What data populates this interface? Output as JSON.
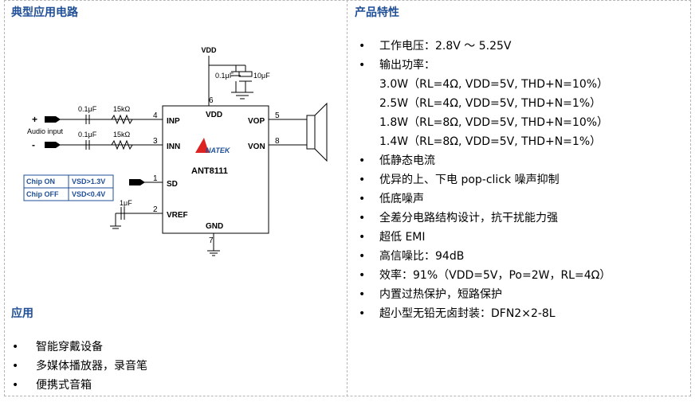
{
  "left_heading": "典型应用电路",
  "right_heading": "产品特性",
  "app_heading": "应用",
  "features": [
    {
      "text": "工作电压：2.8V ～ 5.25V",
      "bullet": true
    },
    {
      "text": "输出功率：",
      "bullet": true
    },
    {
      "text": "3.0W（RL=4Ω, VDD=5V, THD+N=10%）",
      "bullet": false
    },
    {
      "text": "2.5W（RL=4Ω, VDD=5V, THD+N=1%）",
      "bullet": false
    },
    {
      "text": "1.8W（RL=8Ω, VDD=5V, THD+N=10%）",
      "bullet": false
    },
    {
      "text": "1.4W（RL=8Ω, VDD=5V, THD+N=1%）",
      "bullet": false
    },
    {
      "text": "低静态电流",
      "bullet": true
    },
    {
      "text": "优异的上、下电 pop-click 噪声抑制",
      "bullet": true
    },
    {
      "text": "低底噪声",
      "bullet": true
    },
    {
      "text": "全差分电路结构设计，抗干扰能力强",
      "bullet": true
    },
    {
      "text": "超低 EMI",
      "bullet": true
    },
    {
      "text": "高信噪比：94dB",
      "bullet": true
    },
    {
      "text": "效率：91%（VDD=5V，Po=2W，RL=4Ω）",
      "bullet": true
    },
    {
      "text": "内置过热保护，短路保护",
      "bullet": true
    },
    {
      "text": "超小型无铅无卤封装：DFN2×2-8L",
      "bullet": true
    }
  ],
  "applications": [
    "智能穿戴设备",
    "多媒体播放器，录音笔",
    "便携式音箱"
  ],
  "circuit": {
    "chip_name": "ANT8111",
    "logo_text": "NATEK",
    "vdd_top": "VDD",
    "cap_01": "0.1μF",
    "cap_10": "10μF",
    "pin6": "6",
    "pin4": "4",
    "pin3": "3",
    "pin1": "1",
    "pin2": "2",
    "pin5": "5",
    "pin8": "8",
    "pin7": "7",
    "lbl_vdd": "VDD",
    "lbl_inp": "INP",
    "lbl_inn": "INN",
    "lbl_sd": "SD",
    "lbl_vref": "VREF",
    "lbl_vop": "VOP",
    "lbl_von": "VON",
    "lbl_gnd": "GND",
    "in_cap1": "0.1μF",
    "in_res1": "15kΩ",
    "in_cap2": "0.1μF",
    "in_res2": "15kΩ",
    "plus": "+",
    "minus": "-",
    "audio_input": "Audio input",
    "vref_cap": "1μF",
    "chip_on": "Chip ON",
    "chip_off": "Chip OFF",
    "on_cond": "VSD>1.3V",
    "off_cond": "VSD<0.4V"
  }
}
